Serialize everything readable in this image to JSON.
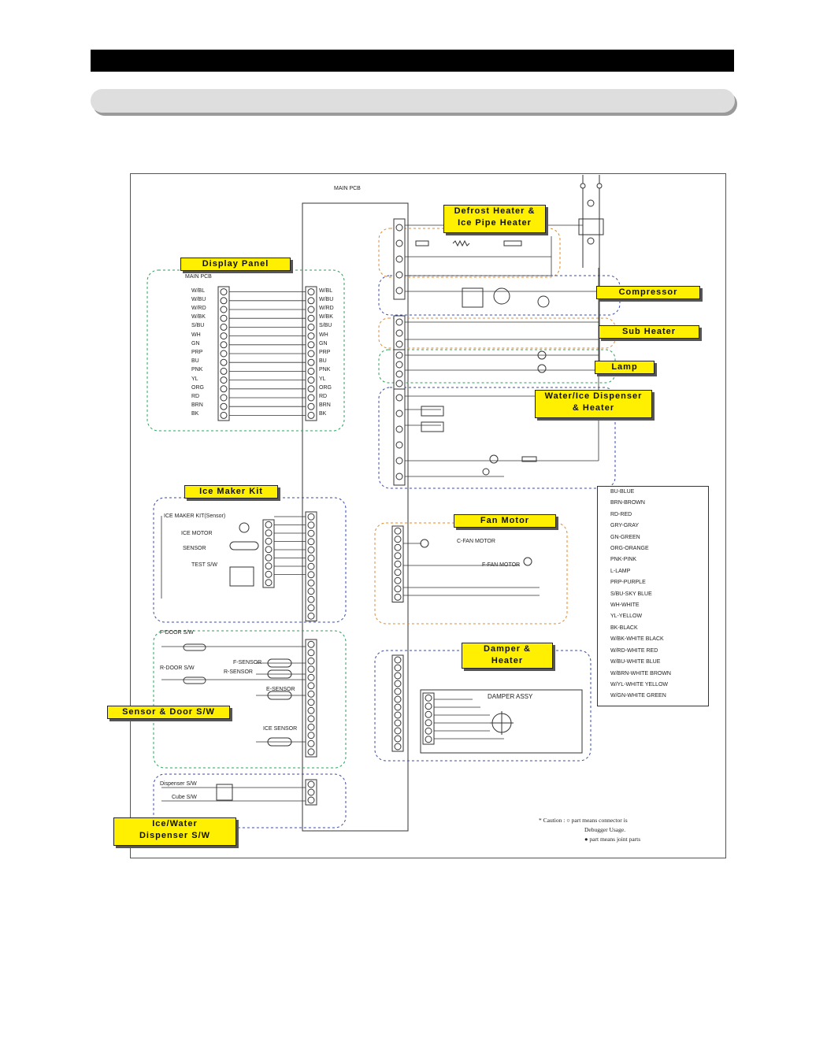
{
  "colors": {
    "tag_fill": "#ffef00",
    "green_group": "#2aa05a",
    "blue_group": "#3a4aa8",
    "orange_group": "#e08a2a",
    "header_bar": "#000000",
    "header_pill": "#dedede"
  },
  "diagram": {
    "main_pcb_label": "MAIN PCB",
    "display_pcb_label": "MAIN PCB",
    "blocks": {
      "defrost_line1": "Defrost Heater &",
      "defrost_line2": "Ice Pipe Heater",
      "display_panel": "Display Panel",
      "compressor": "Compressor",
      "sub_heater": "Sub Heater",
      "lamp": "Lamp",
      "dispenser_line1": "Water/Ice Dispenser",
      "dispenser_line2": "& Heater",
      "ice_maker": "Ice Maker Kit",
      "fan_motor": "Fan Motor",
      "damper_line1": "Damper &",
      "damper_line2": "Heater",
      "sensor_door": "Sensor & Door S/W",
      "ice_water_line1": "Ice/Water",
      "ice_water_line2": "Dispenser S/W"
    },
    "display_wires": [
      "W/BL",
      "W/BU",
      "W/RD",
      "W/BK",
      "S/BU",
      "WH",
      "GN",
      "PRP",
      "BU",
      "PNK",
      "YL",
      "ORG",
      "RD",
      "BRN",
      "BK"
    ],
    "fan_texts": {
      "c_fan": "C-FAN MOTOR",
      "f_fan": "F-FAN MOTOR"
    },
    "damper_assy": "DAMPER ASSY",
    "ice_maker_texts": {
      "title": "ICE MAKER KIT(Sensor)",
      "motor": "ICE MOTOR",
      "sensor": "SENSOR",
      "test": "TEST S/W"
    },
    "sensor_texts": {
      "s1": "F-DOOR S/W",
      "s2": "R-DOOR S/W",
      "t1": "F-SENSOR",
      "t2": "R-SENSOR",
      "t3": "E-SENSOR",
      "t4": "ICE SENSOR"
    },
    "ice_water_texts": {
      "s1": "Dispenser S/W",
      "s2": "Cube S/W"
    },
    "caution": {
      "line1": "* Caution : ○ part means connector is",
      "line2": "Debugger Usage.",
      "line3": "● part means joint parts"
    },
    "legend": [
      "BU-BLUE",
      "BRN-BROWN",
      "RD-RED",
      "GRY-GRAY",
      "GN-GREEN",
      "ORG-ORANGE",
      "PNK-PINK",
      "L-LAMP",
      "PRP-PURPLE",
      "S/BU-SKY BLUE",
      "WH-WHITE",
      "YL-YELLOW",
      "BK-BLACK",
      "W/BK-WHITE BLACK",
      "W/RD-WHITE RED",
      "W/BU-WHITE BLUE",
      "W/BRN-WHITE BROWN",
      "W/YL-WHITE YELLOW",
      "W/GN-WHITE GREEN"
    ]
  }
}
